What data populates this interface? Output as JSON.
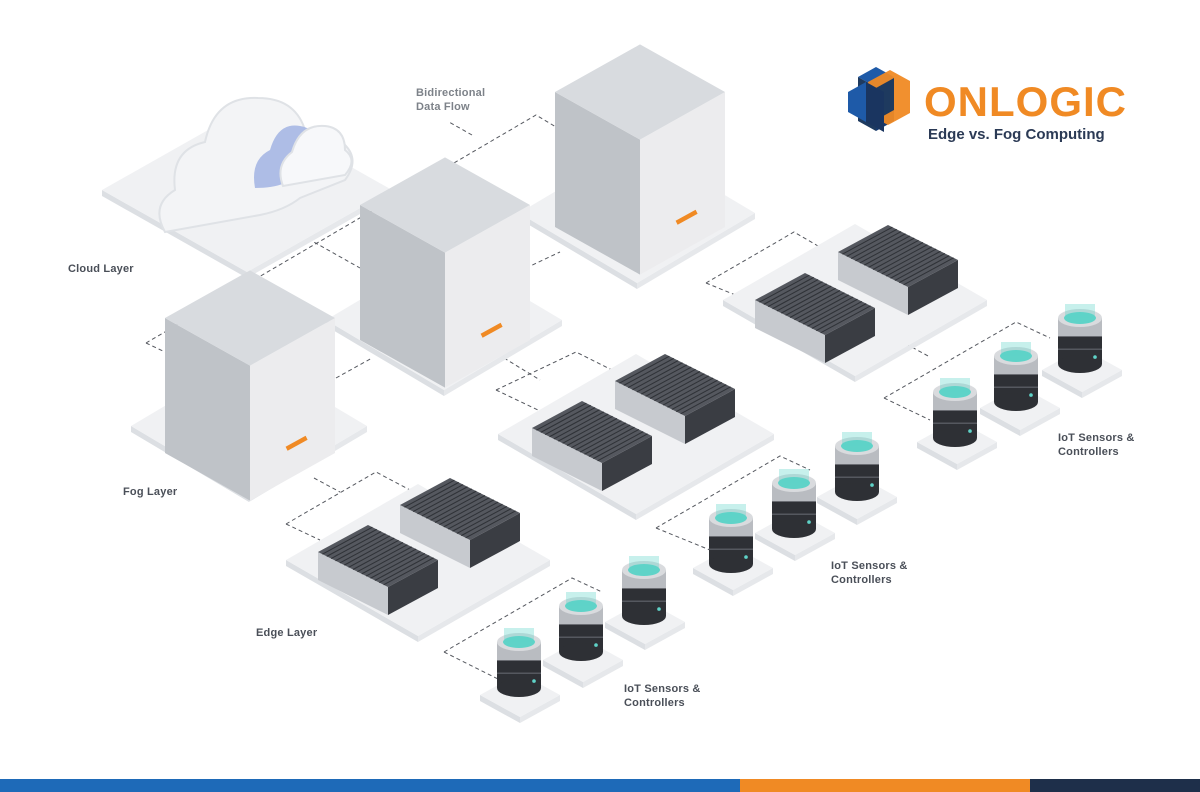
{
  "brand": {
    "name": "ONLOGIC",
    "subtitle": "Edge vs. Fog Computing",
    "colors": {
      "orange": "#f08a24",
      "navy": "#1e3a5f",
      "blue": "#1e5aa8"
    },
    "logo_icon": "onlogic-cube-icon"
  },
  "labels": {
    "flow": "Bidirectional Data Flow",
    "cloud": "Cloud Layer",
    "fog": "Fog Layer",
    "edge": "Edge Layer",
    "iot_1": "IoT Sensors & Controllers",
    "iot_2": "IoT Sensors & Controllers",
    "iot_3": "IoT Sensors & Controllers"
  },
  "colors": {
    "platform_top": "#f0f1f3",
    "platform_side": "#dcdfe3",
    "box_front": "#bfc3c8",
    "box_side": "#ececee",
    "box_top": "#d8dbdf",
    "accent_orange": "#f08a24",
    "sensor_glow": "#5fd3c8",
    "sensor_dark": "#2e3035",
    "bar_blue": "#1e6ab8",
    "bar_orange": "#f08a24",
    "bar_navy": "#1e2f4a"
  }
}
